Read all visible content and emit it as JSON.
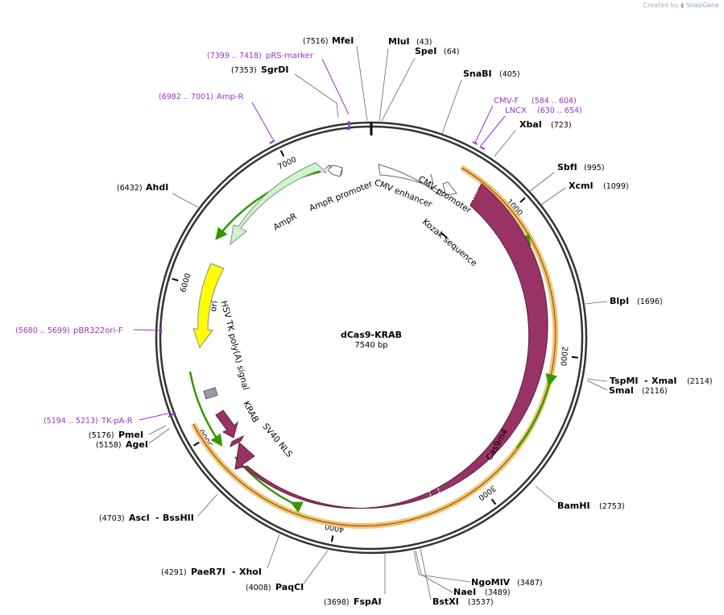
{
  "watermark": {
    "created_by": "Created by",
    "brand": "SnapGene"
  },
  "plasmid": {
    "name": "dCas9-KRAB",
    "size": "7540 bp"
  },
  "ticks": [
    "1000",
    "2000",
    "3000",
    "4000",
    "5000",
    "6000",
    "7000"
  ],
  "enzymes": [
    {
      "name": "MfeI",
      "pos": "(7516)"
    },
    {
      "name": "MluI",
      "pos": "(43)"
    },
    {
      "name": "SpeI",
      "pos": "(64)"
    },
    {
      "name": "SgrDI",
      "pos": "(7353)"
    },
    {
      "name": "SnaBI",
      "pos": "(405)"
    },
    {
      "name": "XbaI",
      "pos": "(723)"
    },
    {
      "name": "AhdI",
      "pos": "(6432)"
    },
    {
      "name": "SbfI",
      "pos": "(995)"
    },
    {
      "name": "XcmI",
      "pos": "(1099)"
    },
    {
      "name": "BlpI",
      "pos": "(1696)"
    },
    {
      "name": "TspMI",
      "name2": "XmaI",
      "pos": "(2114)"
    },
    {
      "name": "SmaI",
      "pos": "(2116)"
    },
    {
      "name": "BamHI",
      "pos": "(2753)"
    },
    {
      "name": "PmeI",
      "pos": "(5176)"
    },
    {
      "name": "AgeI",
      "pos": "(5158)"
    },
    {
      "name": "AscI",
      "name2": "BssHII",
      "pos": "(4703)"
    },
    {
      "name": "PaeR7I",
      "name2": "XhoI",
      "pos": "(4291)"
    },
    {
      "name": "PaqCI",
      "pos": "(4008)"
    },
    {
      "name": "FspAI",
      "pos": "(3698)"
    },
    {
      "name": "NgoMIV",
      "pos": "(3487)"
    },
    {
      "name": "NaeI",
      "pos": "(3489)"
    },
    {
      "name": "BstXI",
      "pos": "(3537)"
    }
  ],
  "primers": [
    {
      "name": "pRS-marker",
      "range": "(7399 .. 7418)"
    },
    {
      "name": "Amp-R",
      "range": "(6982 .. 7001)"
    },
    {
      "name": "CMV-F",
      "range": "(584 .. 604)"
    },
    {
      "name": "LNCX",
      "range": "(630 .. 654)"
    },
    {
      "name": "pBR322ori-F",
      "range": "(5680 .. 5699)"
    },
    {
      "name": "TK-pA-R",
      "range": "(5194 .. 5213)"
    }
  ],
  "features": {
    "cmv_enhancer": "CMV enhancer",
    "cmv_promoter": "CMV promoter",
    "kozak": "Kozak sequence",
    "ampr_promoter": "AmpR promoter",
    "ampr": "AmpR",
    "ori": "ori",
    "hsv": "HSV TK poly(A) signal",
    "krab": "KRAB",
    "sv40": "SV40 NLS",
    "cas9": "Cas9m4"
  },
  "colors": {
    "backbone": "#333333",
    "cas9": "#993366",
    "ampr": "#ccf5cc",
    "ori": "#ffff00",
    "primer": "#9933cc",
    "orf_orange": "#f0b050",
    "orf_green": "#339900",
    "hsv": "#999aa8"
  }
}
